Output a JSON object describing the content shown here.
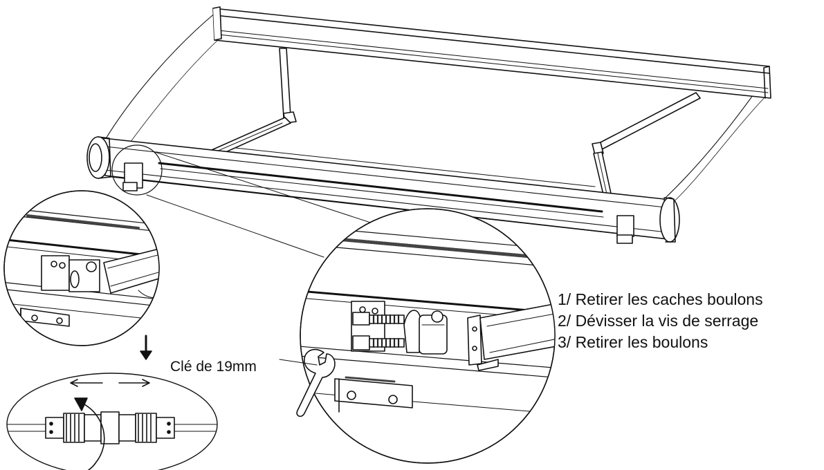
{
  "instructions": {
    "steps": [
      "1/ Retirer les caches boulons",
      "2/ Dévisser la vis de serrage",
      "3/ Retirer les boulons"
    ]
  },
  "labels": {
    "wrench": "Clé de 19mm"
  },
  "colors": {
    "line": "#111111",
    "background": "#ffffff",
    "hatch": "#444444"
  },
  "icons": {
    "down_arrow": "arrow-down-icon",
    "rotate_arrow": "rotate-arrow-icon",
    "pull_apart_arrows": "double-arrow-icon"
  }
}
